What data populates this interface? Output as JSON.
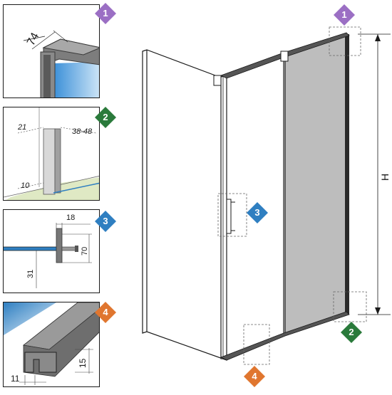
{
  "details": [
    {
      "number": "1",
      "color": "#9b6fc4",
      "dims": {
        "depth": "74"
      }
    },
    {
      "number": "2",
      "color": "#2a7a3b",
      "dims": {
        "top_left": "21",
        "top_right": "38-48",
        "bottom": "10"
      }
    },
    {
      "number": "3",
      "color": "#2f7fc1",
      "dims": {
        "width": "18",
        "height": "70",
        "offset": "31"
      }
    },
    {
      "number": "4",
      "color": "#e0762f",
      "dims": {
        "width": "11",
        "height": "15"
      }
    }
  ],
  "main": {
    "height_label": "H",
    "callouts": [
      "1",
      "2",
      "3",
      "4"
    ]
  }
}
